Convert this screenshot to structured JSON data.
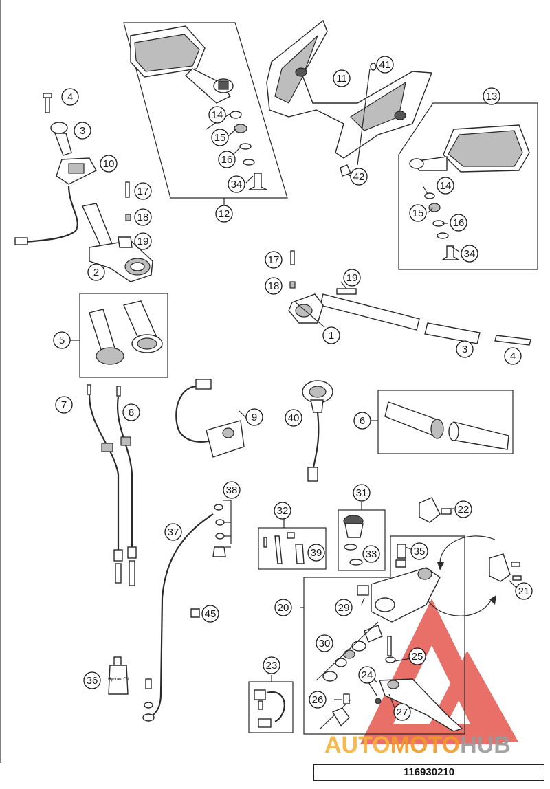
{
  "diagram": {
    "callouts": [
      "1",
      "2",
      "3",
      "4",
      "5",
      "6",
      "7",
      "8",
      "9",
      "10",
      "11",
      "12",
      "13",
      "14",
      "15",
      "16",
      "17",
      "18",
      "19",
      "20",
      "21",
      "22",
      "23",
      "24",
      "25",
      "26",
      "27",
      "29",
      "30",
      "31",
      "32",
      "33",
      "34",
      "35",
      "36",
      "37",
      "38",
      "39",
      "40",
      "41",
      "42",
      "45"
    ],
    "bottle_label": "Hydraul Oil",
    "watermark": {
      "brand_prefix": "AUTO",
      "brand_mid": "MOTO",
      "brand_suffix": "HUB",
      "colors": {
        "prefix": "#f4b23a",
        "mid": "#f09a2a",
        "suffix": "#9a9a9a",
        "logo": "#e5584e"
      }
    },
    "document_number": "116930210"
  }
}
